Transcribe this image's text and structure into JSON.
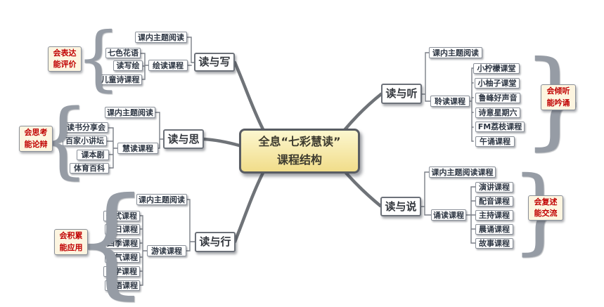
{
  "title": "全息“七彩慧读”课程结构",
  "center": {
    "line1": "全息“七彩慧读”",
    "line2": "课程结构"
  },
  "branches": [
    {
      "name": "读与写",
      "theme": "课内主题阅读",
      "course": "绘读课程",
      "items": [
        "七色花语",
        "读写绘",
        "儿童诗课程"
      ],
      "ability": [
        "会表达",
        "能评价"
      ]
    },
    {
      "name": "读与听",
      "theme": "课内主题阅读",
      "course": "聆读课程",
      "items": [
        "小柠檬课堂",
        "小柚子课堂",
        "鲁峰好声音",
        "诗意星期六",
        "FM荔枝课程",
        "午诵课程"
      ],
      "ability": [
        "会倾听",
        "能吟诵"
      ]
    },
    {
      "name": "读与思",
      "theme": "课内主题阅读",
      "course": "慧读课程",
      "items": [
        "读书分享会",
        "百家小讲坛",
        "课本剧",
        "体育百科"
      ],
      "ability": [
        "会思考",
        "能论辩"
      ]
    },
    {
      "name": "读与说",
      "theme": "课内主题阅读课程",
      "course": "诵读课程",
      "items": [
        "演讲课程",
        "配音课程",
        "主持课程",
        "晨诵课程",
        "故事课程"
      ],
      "ability": [
        "会复述",
        "能交流"
      ]
    },
    {
      "name": "读与行",
      "theme": "课内主题阅读",
      "course": "游读课程",
      "items": [
        "仪式课程",
        "节日课程",
        "四季课程",
        "节气课程",
        "研学课程",
        "成语课程"
      ],
      "ability": [
        "会积累",
        "能应用"
      ]
    }
  ],
  "icons": {
    "brace_left": "{",
    "brace_right": "}"
  },
  "colors": {
    "line": "#63676d",
    "box_border": "#8a9099",
    "center_top": "#fcf7cf",
    "center_bottom": "#f1dd8a",
    "ability_text": "#c00000"
  }
}
